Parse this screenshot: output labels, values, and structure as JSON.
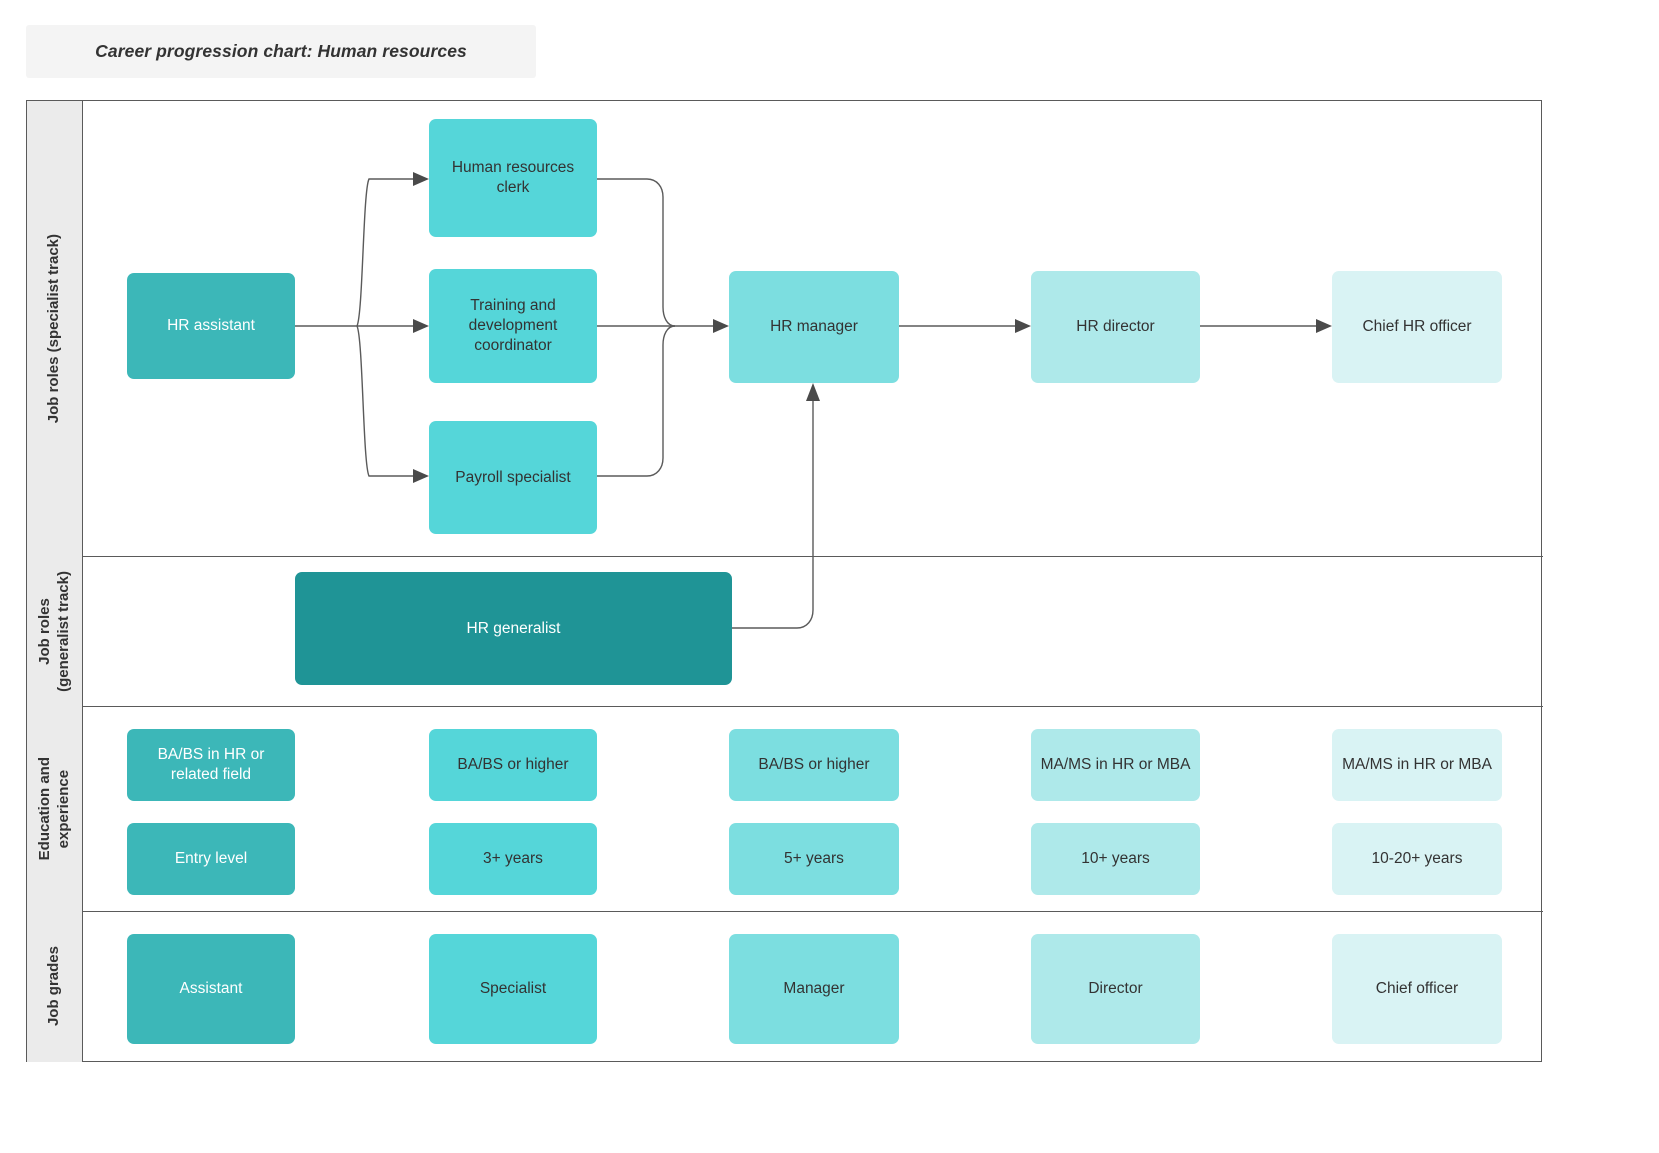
{
  "title": "Career progression chart: Human resources",
  "accent_colors": {
    "tier0_generalist": "#1f9496",
    "tier1": "#3cb7b8",
    "tier2": "#55d6d9",
    "tier3": "#7cdee0",
    "tier4": "#aee9ea",
    "tier5": "#d9f3f4",
    "frame": "#5a5a5a",
    "row_label_bg": "#ebebeb",
    "title_bg": "#f4f4f4"
  },
  "row_labels": [
    {
      "id": "specialist",
      "text": "Job roles (specialist track)"
    },
    {
      "id": "generalist",
      "text": "Job roles\n(generalist track)"
    },
    {
      "id": "education",
      "text": "Education and\nexperience"
    },
    {
      "id": "grades",
      "text": "Job grades"
    }
  ],
  "specialist_track": {
    "entry": "HR assistant",
    "branches": [
      "Human resources clerk",
      "Training and development coordinator",
      "Payroll specialist"
    ],
    "progression": [
      "HR manager",
      "HR director",
      "Chief HR officer"
    ]
  },
  "generalist_track": {
    "node": "HR generalist"
  },
  "education_experience": {
    "degree_row": [
      "BA/BS in HR or related field",
      "BA/BS or higher",
      "BA/BS or higher",
      "MA/MS in HR or MBA",
      "MA/MS in HR or MBA"
    ],
    "experience_row": [
      "Entry level",
      "3+ years",
      "5+ years",
      "10+ years",
      "10-20+ years"
    ]
  },
  "job_grades": [
    "Assistant",
    "Specialist",
    "Manager",
    "Director",
    "Chief officer"
  ]
}
